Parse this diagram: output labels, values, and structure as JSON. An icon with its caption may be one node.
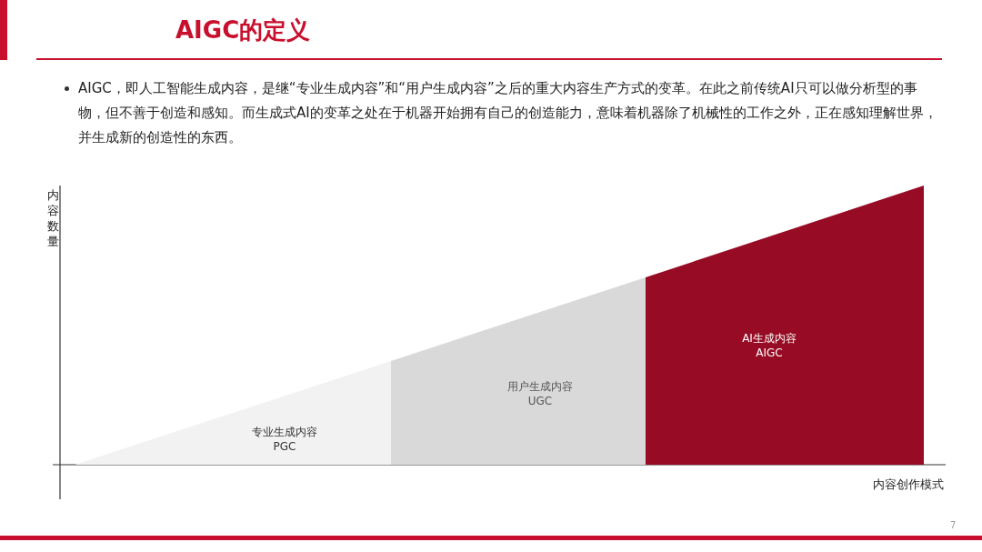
{
  "diagram": {
    "title": "AIGC的定义",
    "nodes": [
      {
        "text": [
          "专业生成内容",
          "PGC"
        ]
      },
      {
        "text": [
          "用户生成内容",
          "UGC"
        ]
      },
      {
        "text": [
          "AI生成内容",
          "AIGC"
        ]
      }
    ],
    "labels": [
      "AIGC，即人工智能生成内容，是继“专业生成内容”和“用户生成内容”之后的重大内容生产方式的变革。在此之前传统AI只可以做分析型的事物，但不善于创造和感知。而生成式AI的变革之处在于机器开始拥有自己的创造能力，意味着机器除了机械性的工作之外，正在感知理解世界，并生成新的创造性的东西。",
      "内容数量",
      "内容创作模式",
      "7"
    ]
  }
}
